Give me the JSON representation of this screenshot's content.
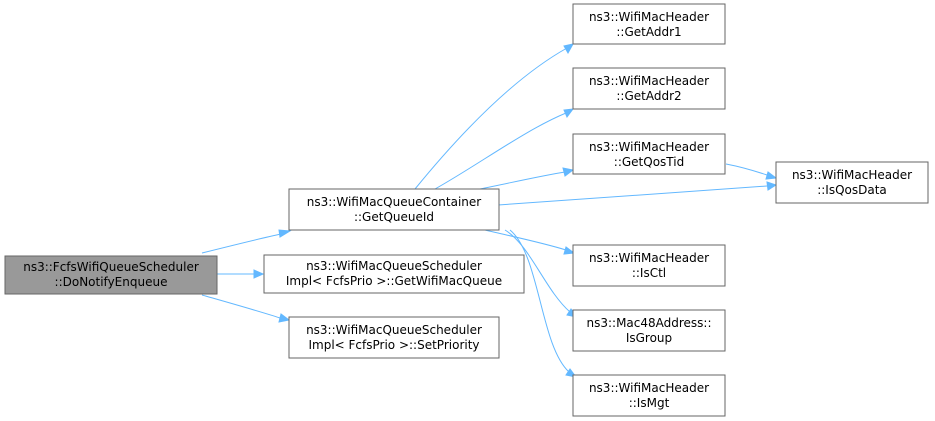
{
  "colors": {
    "edge": "#63b8ff",
    "node_border": "#666666",
    "root_fill": "#999999",
    "node_fill": "#ffffff"
  },
  "nodes": {
    "fcfs_do_notify": {
      "line1": "ns3::FcfsWifiQueueScheduler",
      "line2": "::DoNotifyEnqueue",
      "root": true
    },
    "get_queue_id": {
      "line1": "ns3::WifiMacQueueContainer",
      "line2": "::GetQueueId"
    },
    "get_wifi_mac_queue": {
      "line1": "ns3::WifiMacQueueScheduler",
      "line2": "Impl< FcfsPrio >::GetWifiMacQueue"
    },
    "set_priority": {
      "line1": "ns3::WifiMacQueueScheduler",
      "line2": "Impl< FcfsPrio >::SetPriority"
    },
    "get_addr1": {
      "line1": "ns3::WifiMacHeader",
      "line2": "::GetAddr1"
    },
    "get_addr2": {
      "line1": "ns3::WifiMacHeader",
      "line2": "::GetAddr2"
    },
    "get_qos_tid": {
      "line1": "ns3::WifiMacHeader",
      "line2": "::GetQosTid"
    },
    "is_qos_data": {
      "line1": "ns3::WifiMacHeader",
      "line2": "::IsQosData"
    },
    "is_ctl": {
      "line1": "ns3::WifiMacHeader",
      "line2": "::IsCtl"
    },
    "is_group": {
      "line1": "ns3::Mac48Address::",
      "line2": "IsGroup"
    },
    "is_mgt": {
      "line1": "ns3::WifiMacHeader",
      "line2": "::IsMgt"
    }
  },
  "edges": [
    [
      "fcfs_do_notify",
      "get_queue_id"
    ],
    [
      "fcfs_do_notify",
      "get_wifi_mac_queue"
    ],
    [
      "fcfs_do_notify",
      "set_priority"
    ],
    [
      "get_queue_id",
      "get_addr1"
    ],
    [
      "get_queue_id",
      "get_addr2"
    ],
    [
      "get_queue_id",
      "get_qos_tid"
    ],
    [
      "get_queue_id",
      "is_qos_data"
    ],
    [
      "get_queue_id",
      "is_ctl"
    ],
    [
      "get_queue_id",
      "is_group"
    ],
    [
      "get_queue_id",
      "is_mgt"
    ],
    [
      "get_qos_tid",
      "is_qos_data"
    ]
  ]
}
